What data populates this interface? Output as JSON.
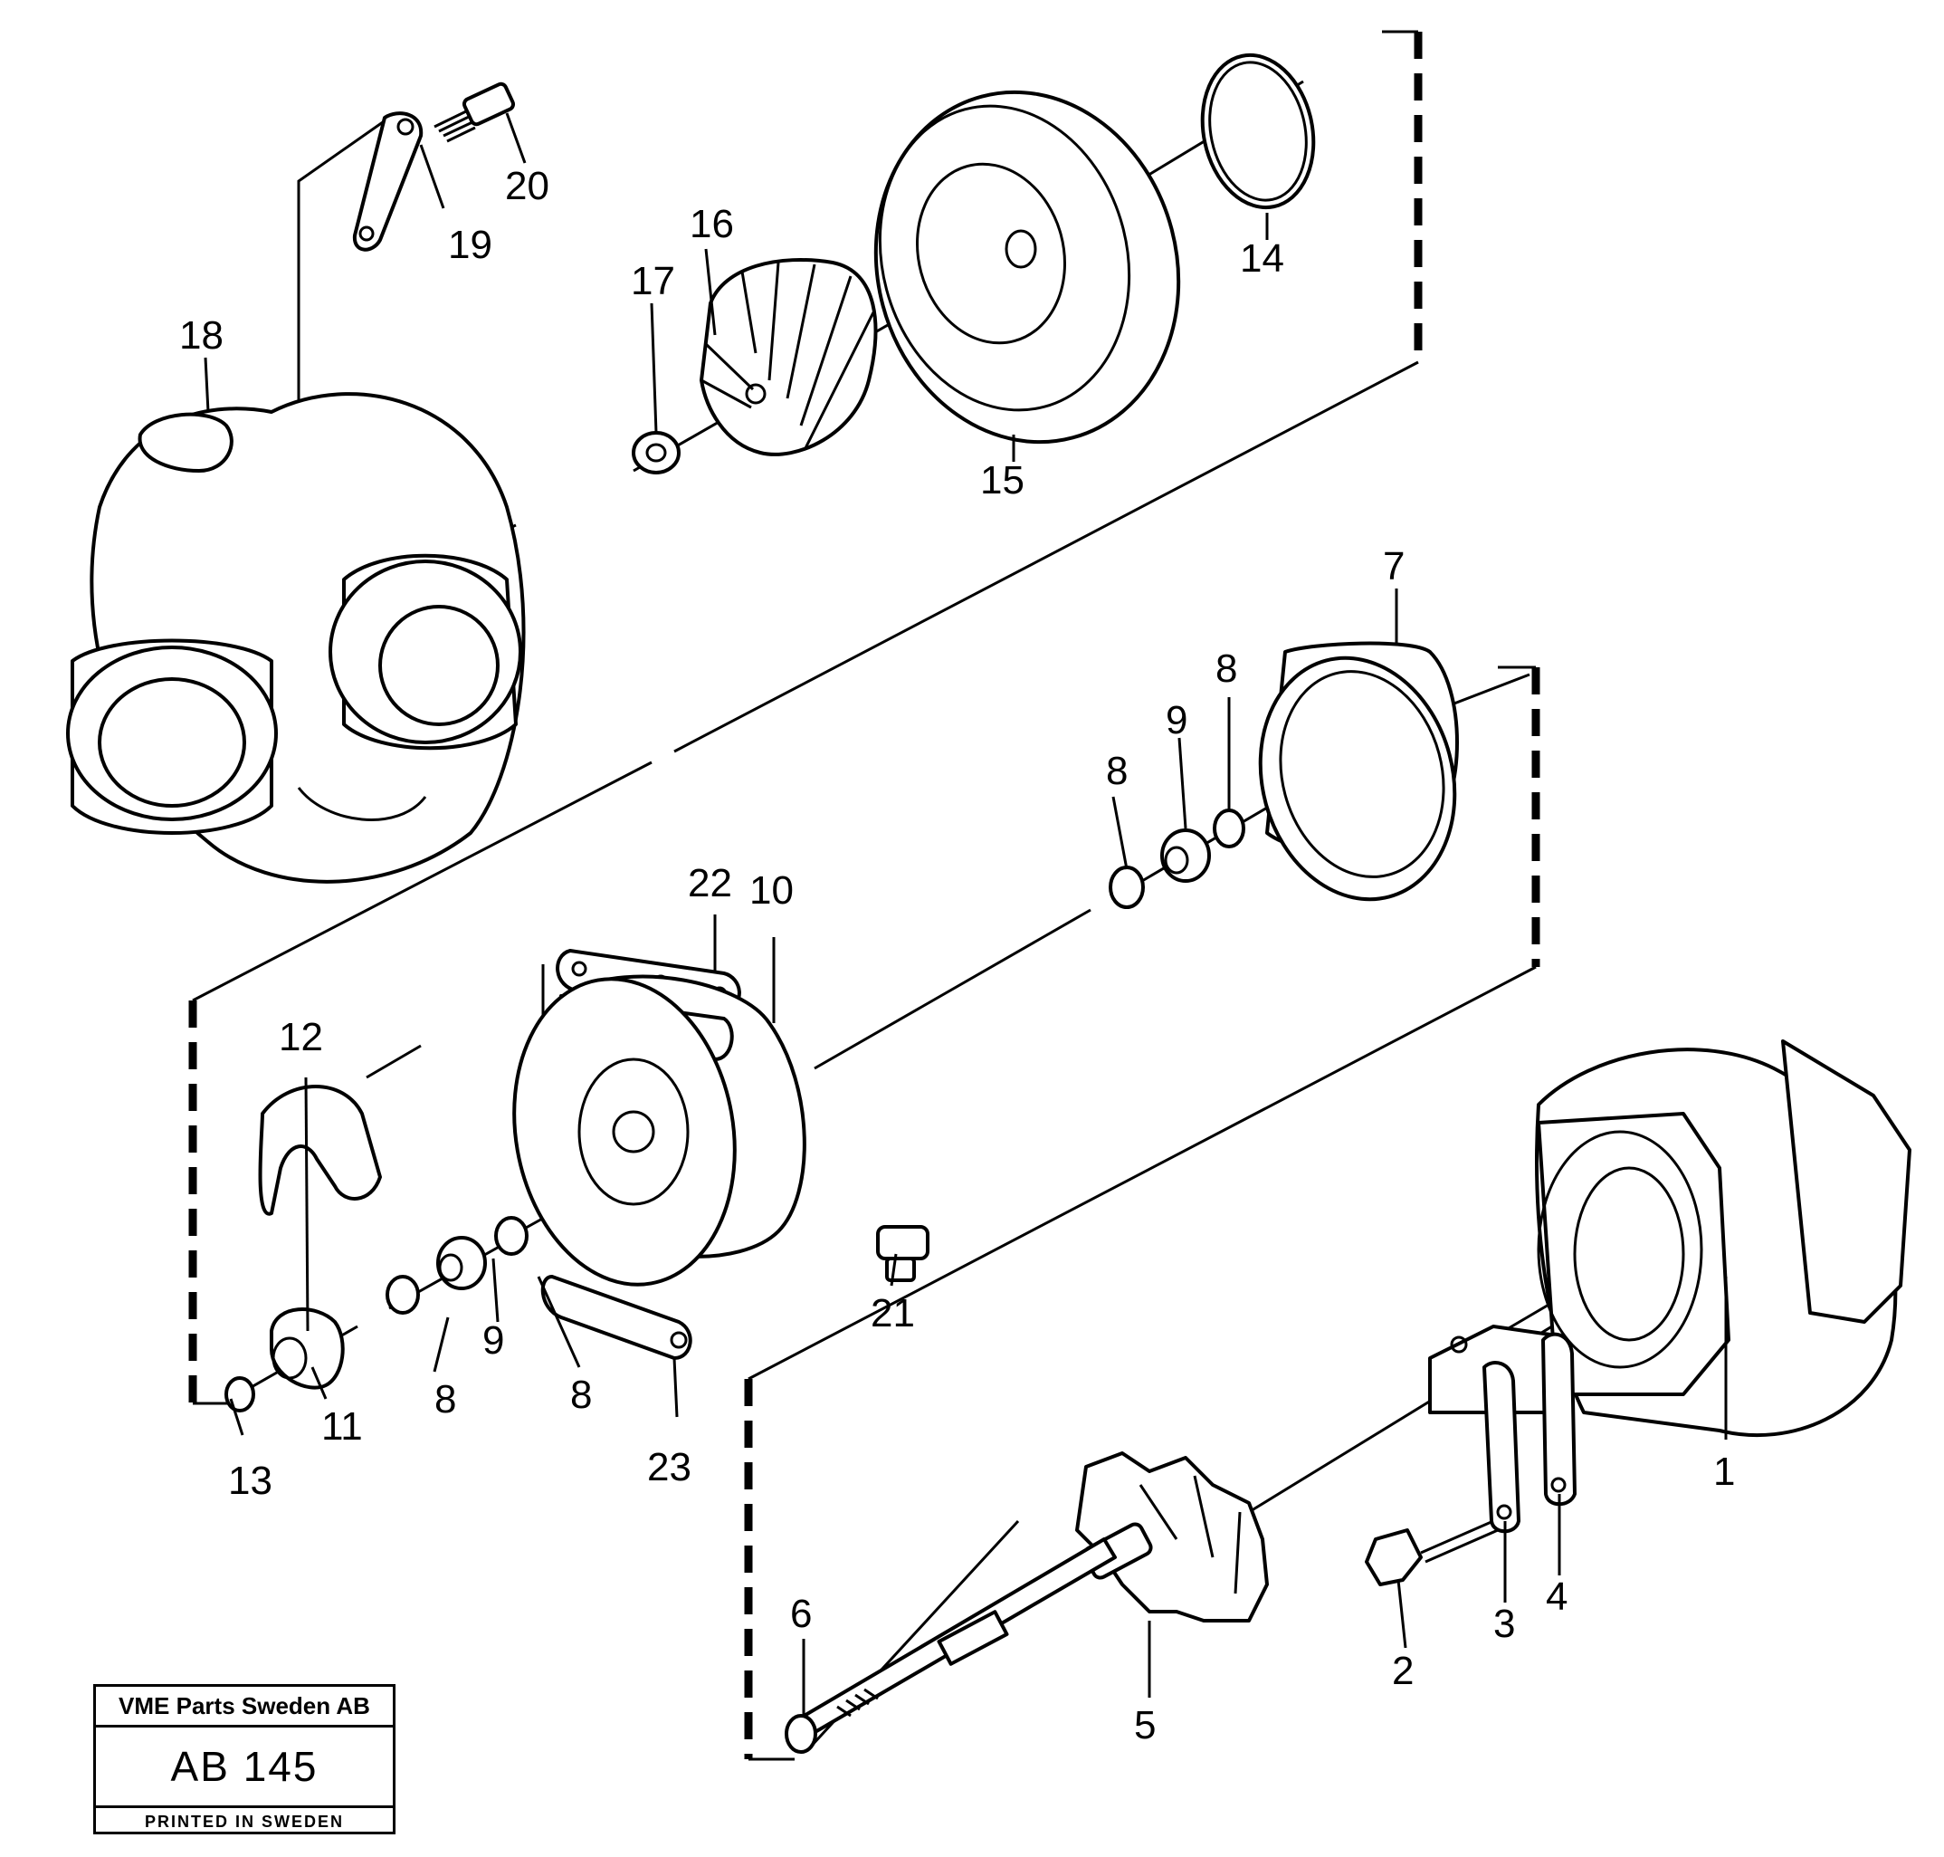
{
  "callouts": [
    {
      "id": "c1",
      "label": "1"
    },
    {
      "id": "c2",
      "label": "2"
    },
    {
      "id": "c3",
      "label": "3"
    },
    {
      "id": "c4",
      "label": "4"
    },
    {
      "id": "c5",
      "label": "5"
    },
    {
      "id": "c6",
      "label": "6"
    },
    {
      "id": "c7",
      "label": "7"
    },
    {
      "id": "c8a",
      "label": "8"
    },
    {
      "id": "c8b",
      "label": "8"
    },
    {
      "id": "c8c",
      "label": "8"
    },
    {
      "id": "c8d",
      "label": "8"
    },
    {
      "id": "c9a",
      "label": "9"
    },
    {
      "id": "c9b",
      "label": "9"
    },
    {
      "id": "c10",
      "label": "10"
    },
    {
      "id": "c11",
      "label": "11"
    },
    {
      "id": "c12",
      "label": "12"
    },
    {
      "id": "c13",
      "label": "13"
    },
    {
      "id": "c14",
      "label": "14"
    },
    {
      "id": "c15",
      "label": "15"
    },
    {
      "id": "c16",
      "label": "16"
    },
    {
      "id": "c17",
      "label": "17"
    },
    {
      "id": "c18",
      "label": "18"
    },
    {
      "id": "c19",
      "label": "19"
    },
    {
      "id": "c20",
      "label": "20"
    },
    {
      "id": "c21",
      "label": "21"
    },
    {
      "id": "c22",
      "label": "22"
    },
    {
      "id": "c23",
      "label": "23"
    }
  ],
  "title_block": {
    "company": "VME Parts Sweden AB",
    "drawing_number": "AB 145",
    "printed": "PRINTED IN SWEDEN"
  }
}
